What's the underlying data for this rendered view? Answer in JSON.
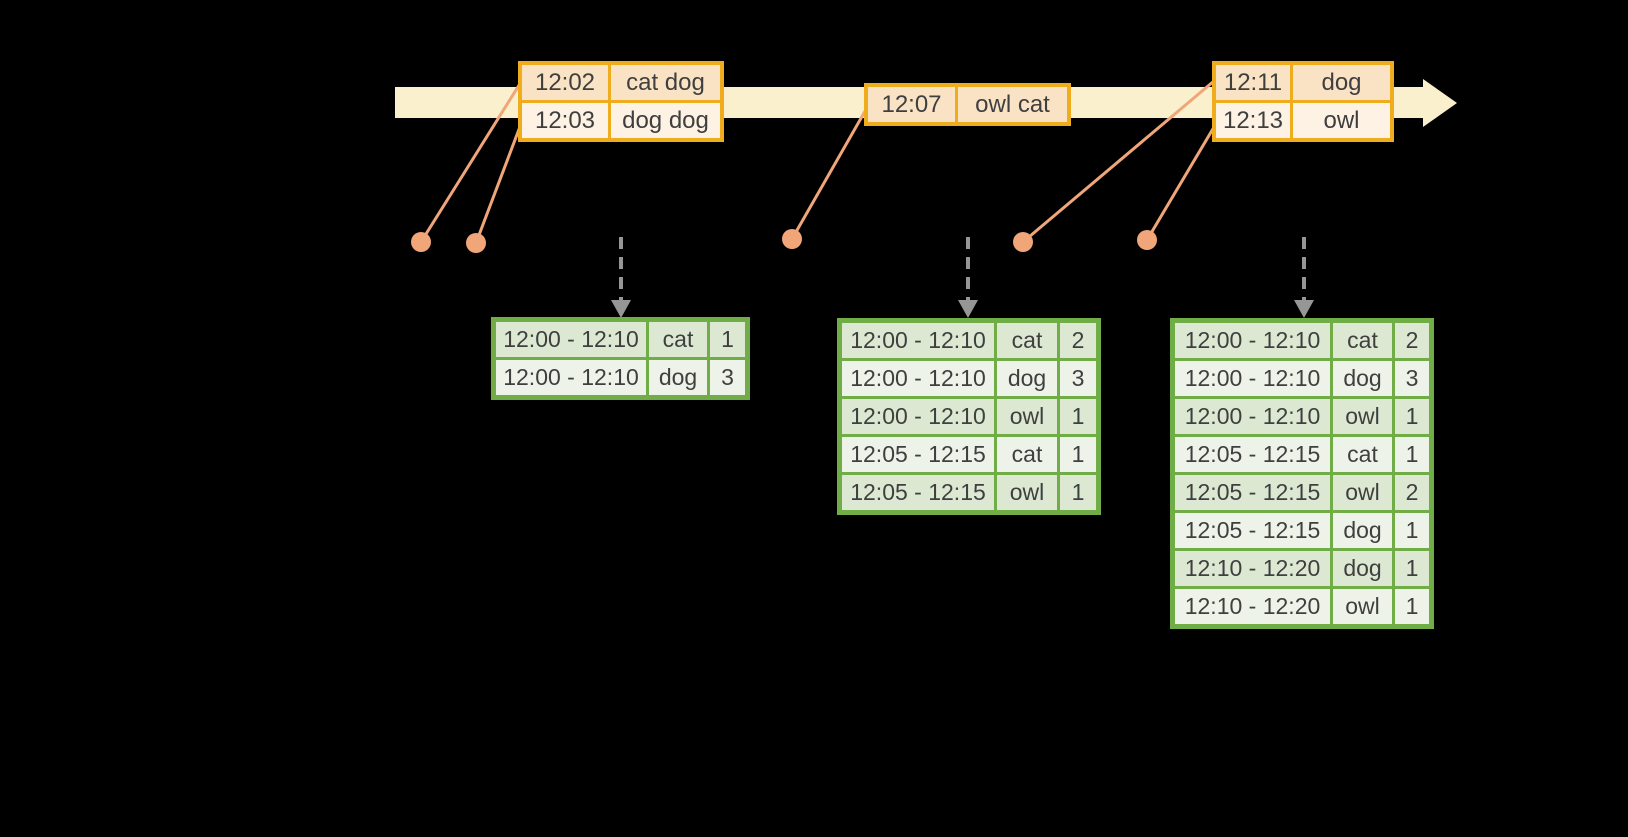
{
  "colors": {
    "background": "#000000",
    "timeline_fill": "#FAF0CD",
    "event_border": "#EFAD1E",
    "event_row_odd_bg": "#FAE3C4",
    "event_row_even_bg": "#FDF2E3",
    "connector": "#F0A679",
    "dashed_arrow": "#969696",
    "result_border": "#70AD47",
    "result_row_odd_bg": "#DDE8D2",
    "result_row_even_bg": "#EEF3E9",
    "text": "#3F3F3F"
  },
  "event_tables": [
    {
      "rows": [
        {
          "time": "12:02",
          "words": "cat dog"
        },
        {
          "time": "12:03",
          "words": "dog dog"
        }
      ]
    },
    {
      "rows": [
        {
          "time": "12:07",
          "words": "owl cat"
        }
      ]
    },
    {
      "rows": [
        {
          "time": "12:11",
          "words": "dog"
        },
        {
          "time": "12:13",
          "words": "owl"
        }
      ]
    }
  ],
  "result_tables": [
    {
      "rows": [
        {
          "window": "12:00 - 12:10",
          "word": "cat",
          "count": "1"
        },
        {
          "window": "12:00 - 12:10",
          "word": "dog",
          "count": "3"
        }
      ]
    },
    {
      "rows": [
        {
          "window": "12:00 - 12:10",
          "word": "cat",
          "count": "2"
        },
        {
          "window": "12:00 - 12:10",
          "word": "dog",
          "count": "3"
        },
        {
          "window": "12:00 - 12:10",
          "word": "owl",
          "count": "1"
        },
        {
          "window": "12:05 - 12:15",
          "word": "cat",
          "count": "1"
        },
        {
          "window": "12:05 - 12:15",
          "word": "owl",
          "count": "1"
        }
      ]
    },
    {
      "rows": [
        {
          "window": "12:00 - 12:10",
          "word": "cat",
          "count": "2"
        },
        {
          "window": "12:00 - 12:10",
          "word": "dog",
          "count": "3"
        },
        {
          "window": "12:00 - 12:10",
          "word": "owl",
          "count": "1"
        },
        {
          "window": "12:05 - 12:15",
          "word": "cat",
          "count": "1"
        },
        {
          "window": "12:05 - 12:15",
          "word": "owl",
          "count": "2"
        },
        {
          "window": "12:05 - 12:15",
          "word": "dog",
          "count": "1"
        },
        {
          "window": "12:10 - 12:20",
          "word": "dog",
          "count": "1"
        },
        {
          "window": "12:10 - 12:20",
          "word": "owl",
          "count": "1"
        }
      ]
    }
  ]
}
